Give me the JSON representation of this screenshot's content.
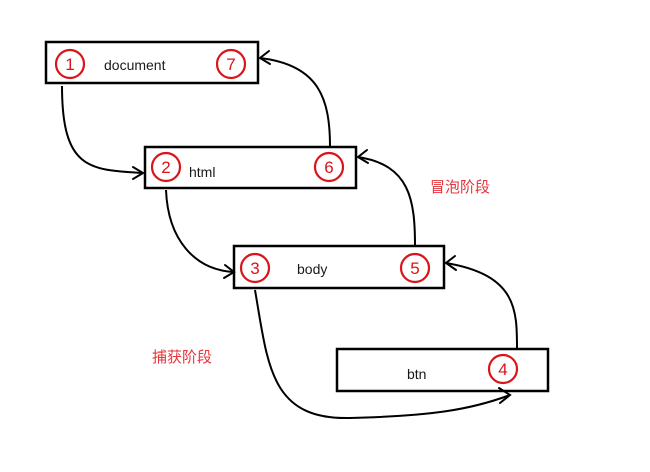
{
  "nodes": [
    {
      "id": "document",
      "label": "document",
      "capture_step": "1",
      "bubble_step": "7"
    },
    {
      "id": "html",
      "label": "html",
      "capture_step": "2",
      "bubble_step": "6"
    },
    {
      "id": "body",
      "label": "body",
      "capture_step": "3",
      "bubble_step": "5"
    },
    {
      "id": "btn",
      "label": "btn",
      "target_step": "4"
    }
  ],
  "phases": {
    "capture": "捕获阶段",
    "bubble": "冒泡阶段"
  },
  "colors": {
    "step_circle": "#d9151b",
    "phase_text": "#e8343a",
    "box_stroke": "#000000"
  }
}
